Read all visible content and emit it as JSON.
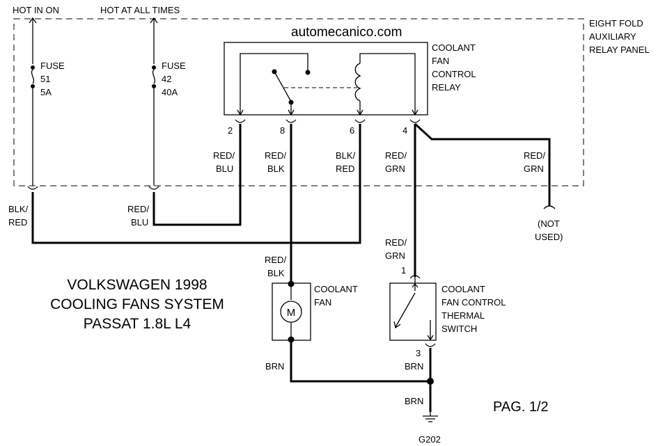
{
  "site": "automecanico.com",
  "page": "PAG. 1/2",
  "title": {
    "line1": "VOLKSWAGEN 1998",
    "line2": "COOLING FANS SYSTEM",
    "line3": "PASSAT 1.8L L4"
  },
  "supplies": {
    "hot_in_on": "HOT IN ON",
    "hot_at_all_times": "HOT AT ALL TIMES"
  },
  "fuse51": {
    "line1": "FUSE",
    "line2": "51",
    "line3": "5A"
  },
  "fuse42": {
    "line1": "FUSE",
    "line2": "42",
    "line3": "40A"
  },
  "relay_panel": {
    "line1": "EIGHT FOLD",
    "line2": "AUXILIARY",
    "line3": "RELAY PANEL"
  },
  "relay": {
    "line1": "COOLANT",
    "line2": "FAN",
    "line3": "CONTROL",
    "line4": "RELAY"
  },
  "pins": {
    "p2": "2",
    "p8": "8",
    "p6": "6",
    "p4": "4",
    "p1": "1",
    "p3": "3"
  },
  "wires": {
    "pin2": {
      "line1": "RED/",
      "line2": "BLU"
    },
    "pin8": {
      "line1": "RED/",
      "line2": "BLK"
    },
    "pin6": {
      "line1": "BLK/",
      "line2": "RED"
    },
    "pin4": {
      "line1": "RED/",
      "line2": "GRN"
    },
    "pin4_branch": {
      "line1": "RED/",
      "line2": "GRN"
    },
    "fuse51_out": {
      "line1": "BLK/",
      "line2": "RED"
    },
    "fuse42_out": {
      "line1": "RED/",
      "line2": "BLU"
    },
    "fan_feed": {
      "line1": "RED/",
      "line2": "BLK"
    },
    "switch_feed": {
      "line1": "RED/",
      "line2": "GRN"
    },
    "fan_ground": "BRN",
    "switch_ground": "BRN",
    "ground_feed": "BRN"
  },
  "not_used": {
    "line1": "(NOT",
    "line2": "USED)"
  },
  "fan": {
    "line1": "COOLANT",
    "line2": "FAN",
    "motor": "M"
  },
  "thermal_switch": {
    "line1": "COOLANT",
    "line2": "FAN CONTROL",
    "line3": "THERMAL",
    "line4": "SWITCH"
  },
  "ground": "G202"
}
